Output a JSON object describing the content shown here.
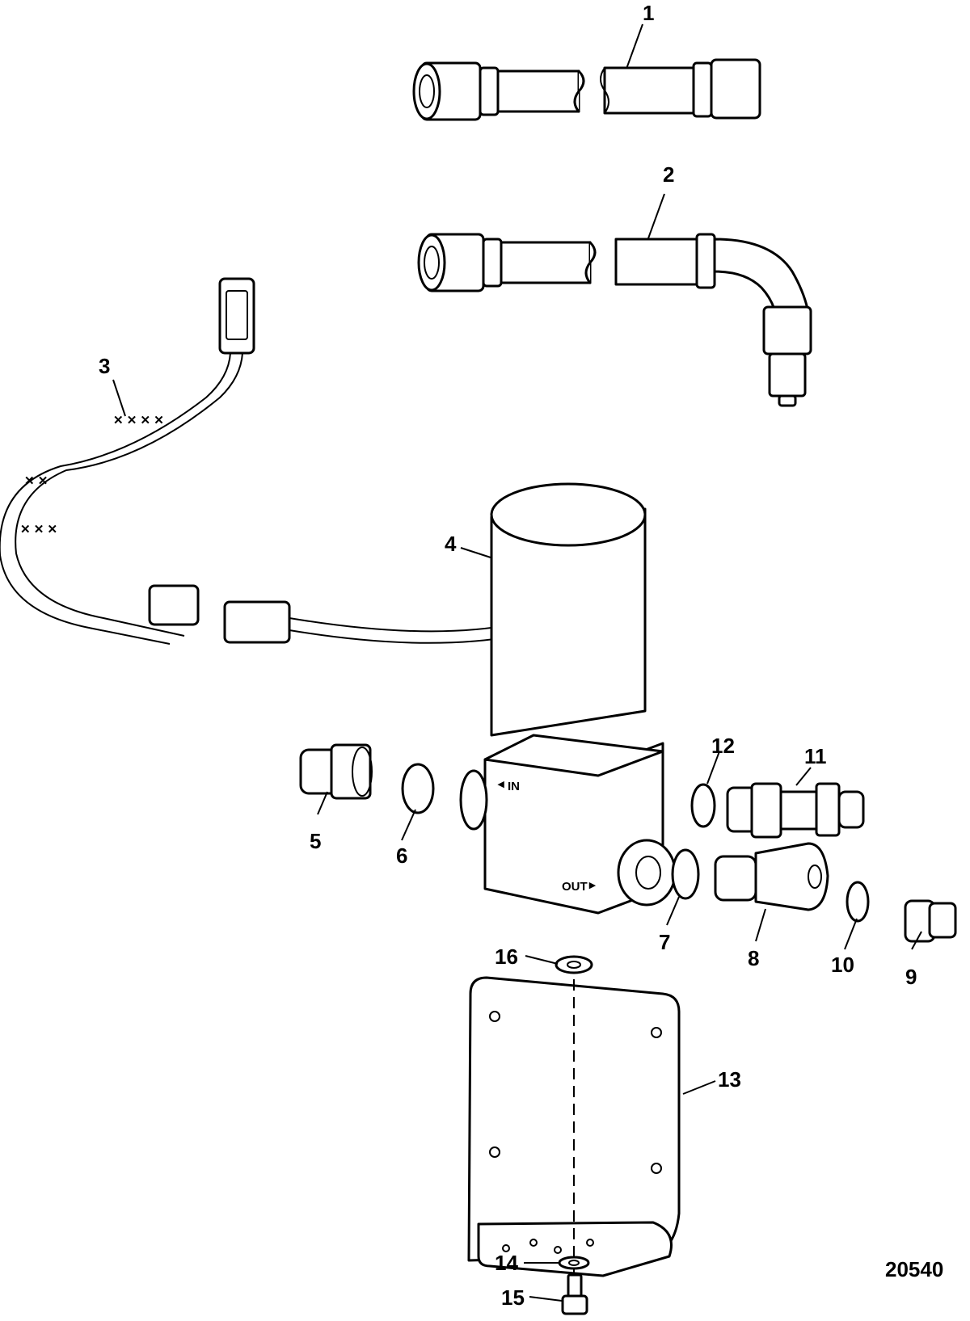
{
  "figure_number": "20540",
  "body_marks": {
    "inlet": "IN",
    "outlet": "OUT"
  },
  "callouts": {
    "c1": "1",
    "c2": "2",
    "c3": "3",
    "c4": "4",
    "c5": "5",
    "c6": "6",
    "c7": "7",
    "c8": "8",
    "c9": "9",
    "c10": "10",
    "c11": "11",
    "c12": "12",
    "c13": "13",
    "c14": "14",
    "c15": "15",
    "c16": "16"
  },
  "colors": {
    "line": "#000000",
    "background": "#ffffff"
  }
}
